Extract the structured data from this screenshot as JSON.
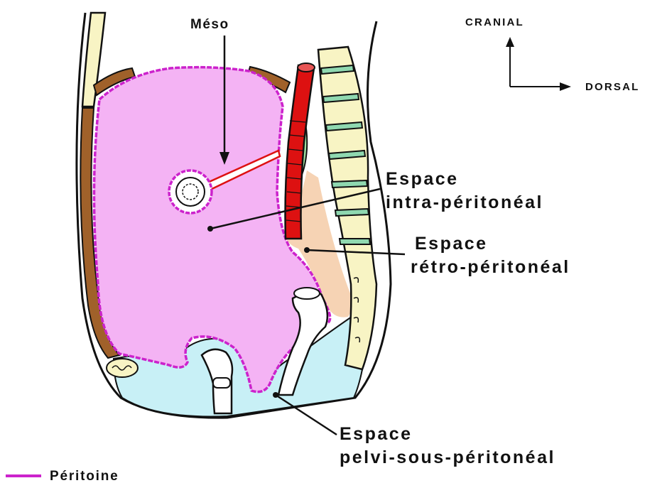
{
  "labels": {
    "meso": "Méso",
    "cranial": "CRANIAL",
    "dorsal": "DORSAL",
    "intra_line1": "Espace",
    "intra_line2": "intra-péritonéal",
    "retro_line1": "Espace",
    "retro_line2": "rétro-péritonéal",
    "pelvi_line1": "Espace",
    "pelvi_line2": "pelvi-sous-péritonéal",
    "legend": "Péritoine"
  },
  "colors": {
    "peritoneum": "#cc22cc",
    "intraperitoneal_space": "#f4b3f4",
    "retroperitoneal_space": "#f6d3b4",
    "subperitoneal_space": "#c8f0f6",
    "abdominal_wall": "#a0612a",
    "vessel": "#dd1111",
    "kidney": "#9ee0a0",
    "vertebra": "#f8f4c4",
    "intervertebral_disc": "#8fd8b0",
    "outline": "#111111"
  }
}
